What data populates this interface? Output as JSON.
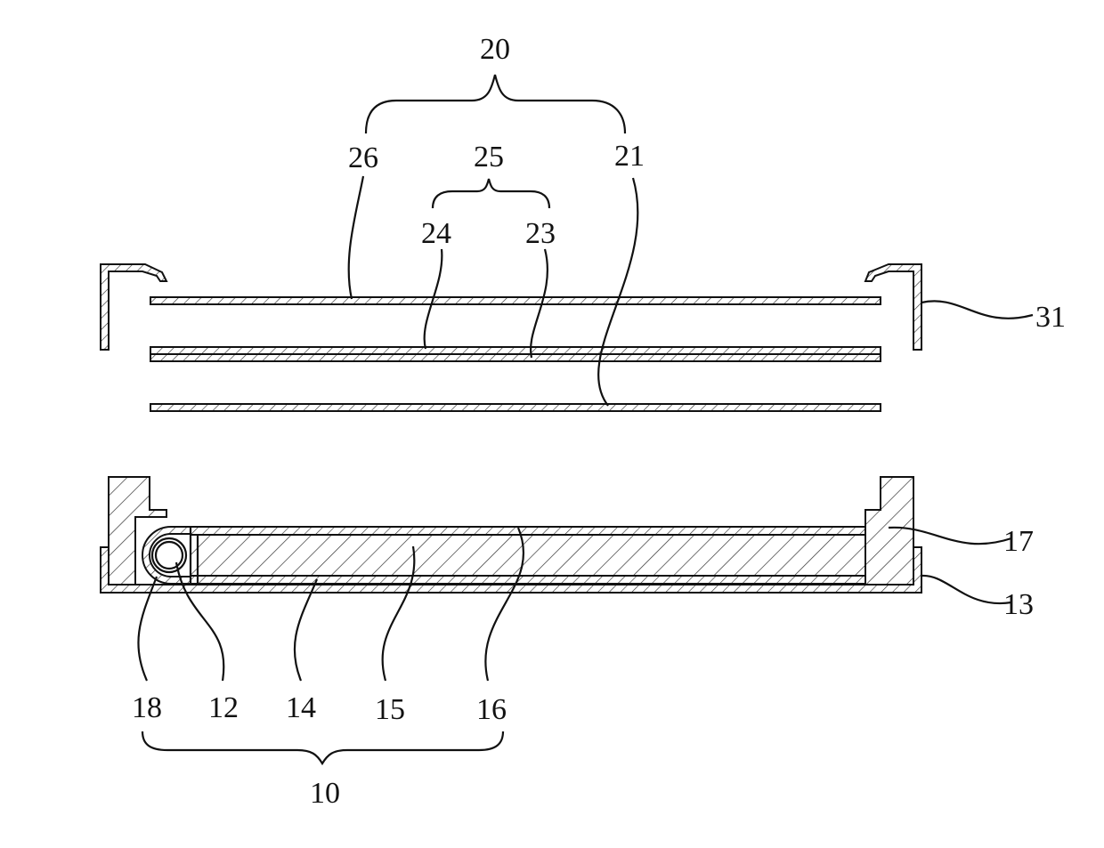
{
  "labels": {
    "l20": "20",
    "l26": "26",
    "l25": "25",
    "l21": "21",
    "l24": "24",
    "l23": "23",
    "l31": "31",
    "l17": "17",
    "l13": "13",
    "l18": "18",
    "l12": "12",
    "l14": "14",
    "l15": "15",
    "l16": "16",
    "l10": "10"
  }
}
